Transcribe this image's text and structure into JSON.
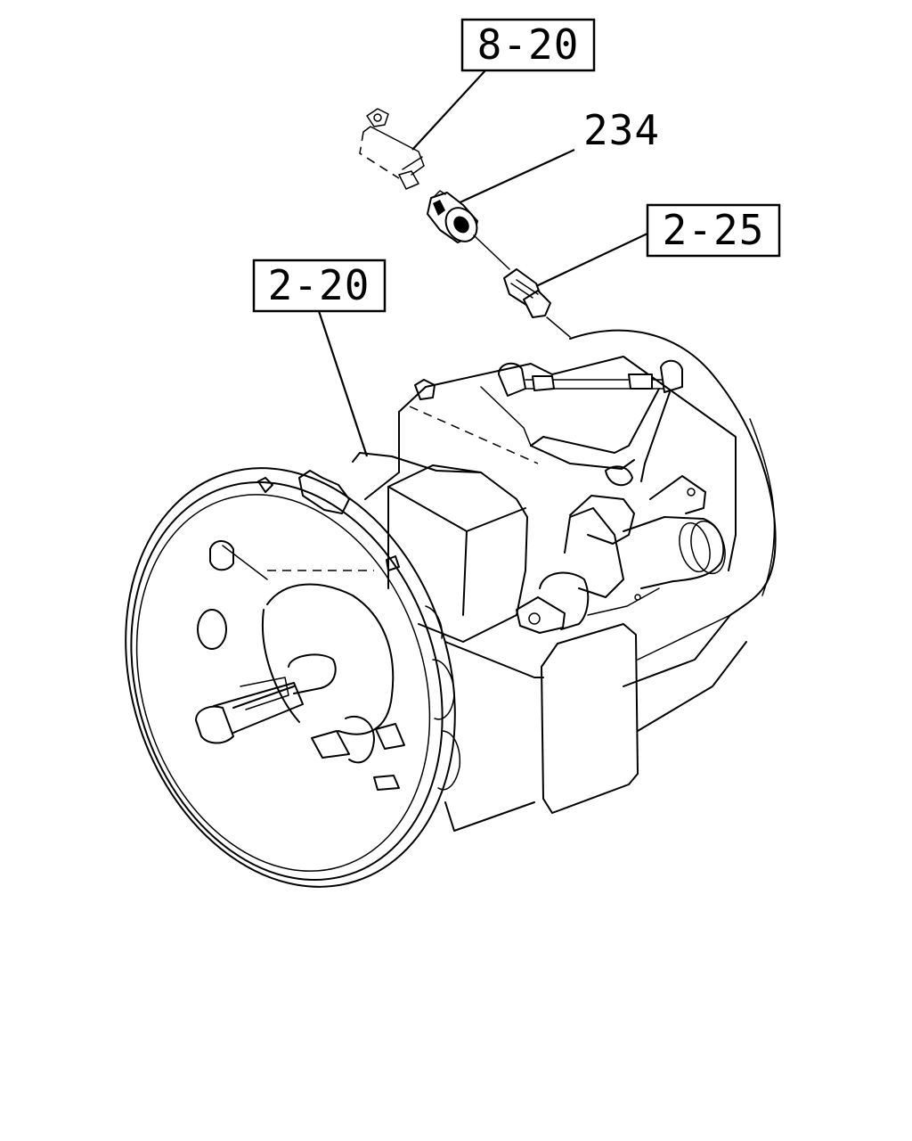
{
  "callouts": {
    "ref_8_20": "8-20",
    "part_234": "234",
    "ref_2_25": "2-25",
    "ref_2_20": "2-20"
  }
}
